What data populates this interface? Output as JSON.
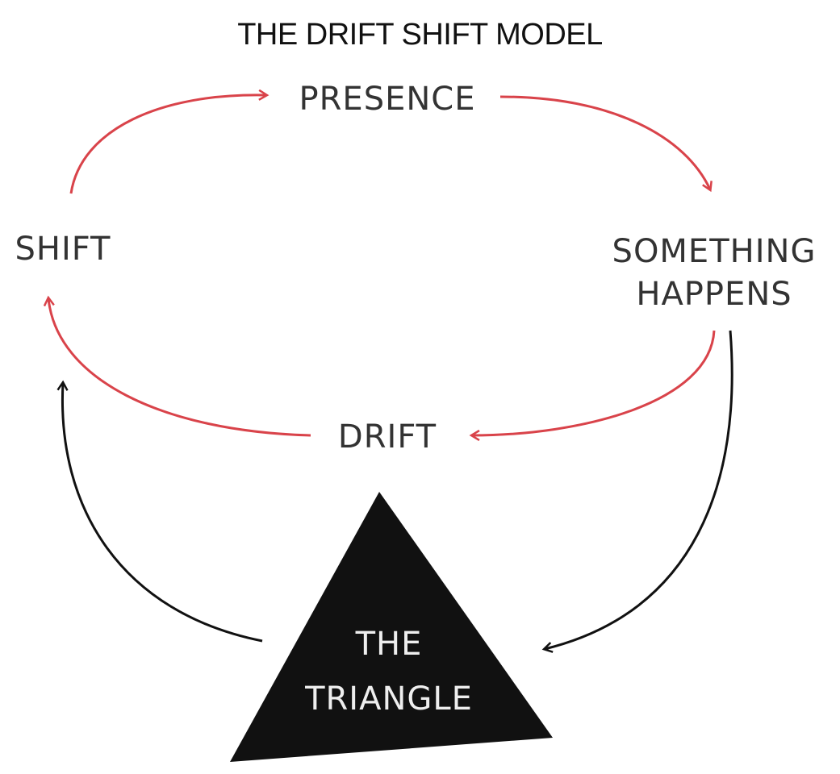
{
  "title": "THE DRIFT SHIFT MODEL",
  "nodes": {
    "presence": "PRESENCE",
    "shift": "SHIFT",
    "something_1": "SOMETHING",
    "something_2": "HAPPENS",
    "drift": "DRIFT",
    "triangle_1": "THE",
    "triangle_2": "TRIANGLE"
  },
  "colors": {
    "red": "#d9434a",
    "black": "#111111"
  }
}
